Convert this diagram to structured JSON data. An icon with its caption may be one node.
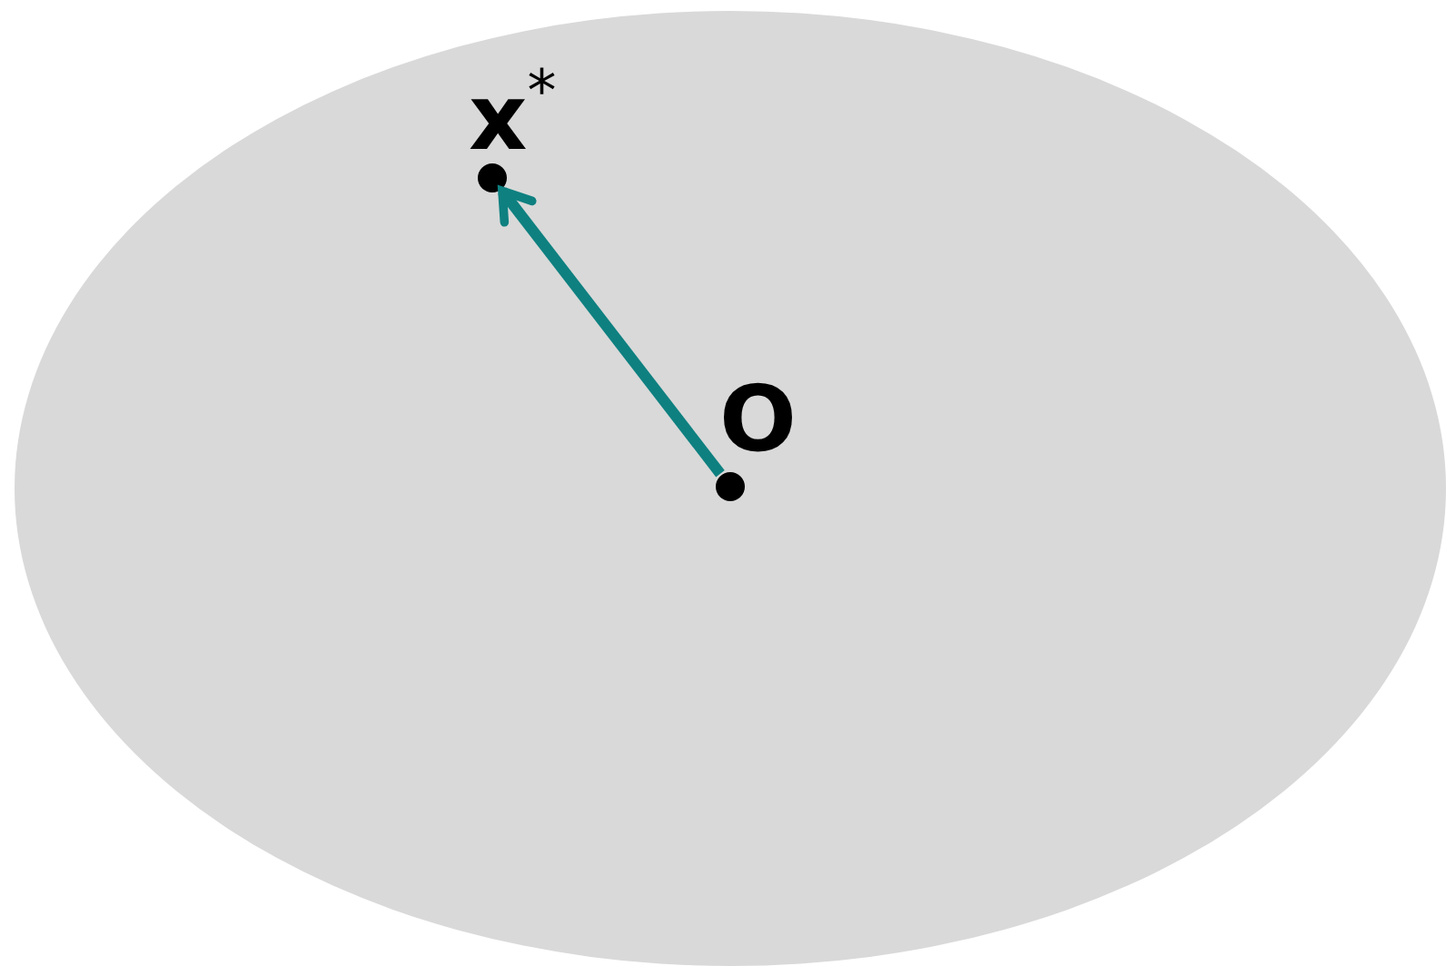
{
  "diagram": {
    "nodes": [
      {
        "text": [],
        "shape": "ellipse"
      },
      {
        "text": [
          "x$^{*}$"
        ],
        "in": 0
      },
      {
        "text": [
          "O"
        ],
        "in": 0
      }
    ],
    "edges": [
      {
        "from": 2,
        "to": 1,
        "arrow": "to"
      }
    ]
  }
}
